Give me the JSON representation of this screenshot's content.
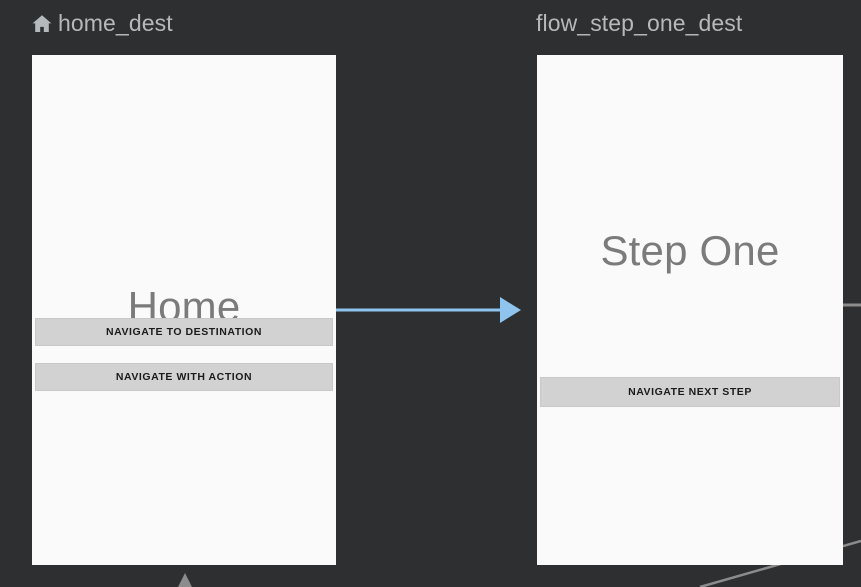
{
  "editor": {
    "background_color": "#2d2f31",
    "card_color": "#fafafa",
    "label_color": "#b6b9bb",
    "action_arrow_color": "#8fc4ee",
    "inactive_connector_color": "#8c8c8c",
    "button_color": "#d2d2d2"
  },
  "destinations": [
    {
      "id": "home_dest",
      "label": "home_dest",
      "is_start_destination": true,
      "start_icon": "home-icon",
      "screen_title": "Home",
      "buttons": [
        {
          "label": "NAVIGATE TO DESTINATION"
        },
        {
          "label": "NAVIGATE WITH ACTION"
        }
      ]
    },
    {
      "id": "flow_step_one_dest",
      "label": "flow_step_one_dest",
      "is_start_destination": false,
      "screen_title": "Step One",
      "buttons": [
        {
          "label": "NAVIGATE NEXT STEP"
        }
      ]
    }
  ],
  "connectors": [
    {
      "name": "home-to-flow-step-one",
      "from": "home_dest",
      "to": "flow_step_one_dest",
      "style": "arrow",
      "color": "#8fc4ee",
      "highlighted": true
    },
    {
      "name": "flow-step-one-outgoing",
      "from": "flow_step_one_dest",
      "to": "offscreen-right",
      "style": "line",
      "color": "#8c8c8c",
      "highlighted": false
    },
    {
      "name": "offscreen-bottom-right-connector",
      "from": "offscreen-bottom",
      "to": "flow_step_one_dest",
      "style": "line",
      "color": "#8c8c8c",
      "highlighted": false
    },
    {
      "name": "home-incoming-bottom",
      "from": "offscreen-bottom",
      "to": "home_dest",
      "style": "arrowhead-up",
      "color": "#8c8c8c",
      "highlighted": false
    }
  ]
}
